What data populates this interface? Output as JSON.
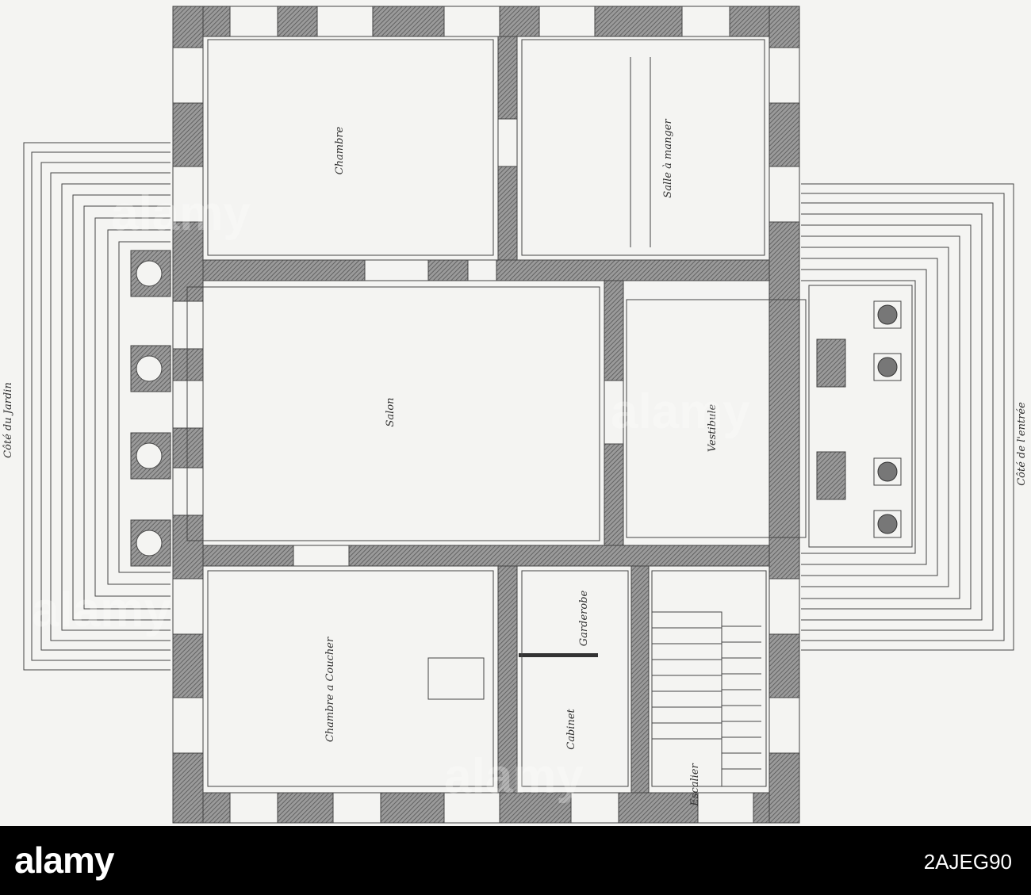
{
  "rooms": {
    "chambre": "Chambre",
    "salle_a_manger": "Salle à manger",
    "salon": "Salon",
    "vestibule": "Vestibule",
    "chambre_a_coucher": "Chambre a Coucher",
    "garderobe": "Garderobe",
    "cabinet": "Cabinet",
    "escalier": "Escalier"
  },
  "sides": {
    "jardin": "Côté du Jardin",
    "entree": "Côté de l'entrée"
  },
  "watermark": {
    "brand": "alamy",
    "image_id": "2AJEG90"
  },
  "colors": {
    "wall": "#8a8a8a",
    "line": "#444444",
    "paper": "#f4f4f2"
  }
}
